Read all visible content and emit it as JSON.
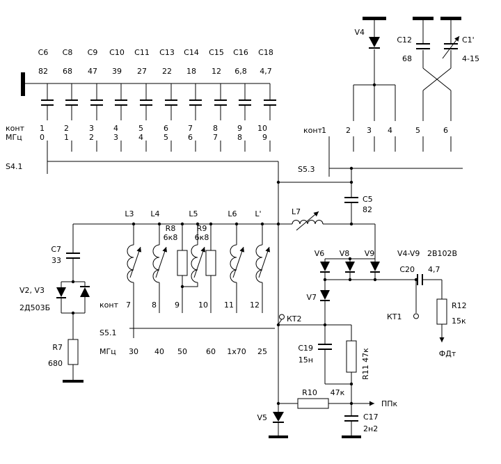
{
  "cap_bank": {
    "switch_label": "S4.1",
    "kont_label": "конт",
    "mhz_label": "МГц",
    "items": [
      {
        "label": "C6",
        "value": "82",
        "kont": "1",
        "mhz": "0"
      },
      {
        "label": "C8",
        "value": "68",
        "kont": "2",
        "mhz": "1"
      },
      {
        "label": "C9",
        "value": "47",
        "kont": "3",
        "mhz": "2"
      },
      {
        "label": "C10",
        "value": "39",
        "kont": "4",
        "mhz": "3"
      },
      {
        "label": "C11",
        "value": "27",
        "kont": "5",
        "mhz": "4"
      },
      {
        "label": "C13",
        "value": "22",
        "kont": "6",
        "mhz": "5"
      },
      {
        "label": "C14",
        "value": "18",
        "kont": "7",
        "mhz": "6"
      },
      {
        "label": "C15",
        "value": "12",
        "kont": "8",
        "mhz": "7"
      },
      {
        "label": "C16",
        "value": "6,8",
        "kont": "9",
        "mhz": "8"
      },
      {
        "label": "C18",
        "value": "4,7",
        "kont": "10",
        "mhz": "9"
      }
    ]
  },
  "band_switch": {
    "switch_label": "S5.3",
    "kont_label": "конт",
    "contacts": [
      "1",
      "2",
      "3",
      "4",
      "5",
      "6"
    ],
    "v4_label": "V4",
    "c12_label": "C12",
    "c12_value": "68",
    "c1_label": "C1'",
    "c1_value": "4-15"
  },
  "tank": {
    "l3": "L3",
    "l4": "L4",
    "l5": "L5",
    "l6": "L6",
    "lp": "L'",
    "l7": "L7",
    "r8_label": "R8",
    "r8_value": "6к8",
    "r9_label": "R9",
    "r9_value": "6к8",
    "c5_label": "C5",
    "c5_value": "82",
    "c7_label": "C7",
    "c7_value": "33",
    "v23_label": "V2, V3",
    "v23_type": "2Д503Б",
    "r7_label": "R7",
    "r7_value": "680",
    "switch_label": "S5.1",
    "kont_label": "конт",
    "mhz_label": "МГц",
    "contacts": [
      "7",
      "8",
      "9",
      "10",
      "11",
      "12"
    ],
    "mhz_values": [
      "30",
      "40",
      "50",
      "60",
      "1x70",
      "25"
    ]
  },
  "detector": {
    "v6": "V6",
    "v8": "V8",
    "v9": "V9",
    "group_label": "V4-V9",
    "group_type": "2В102В",
    "c20_label": "C20",
    "c20_value": "4,7",
    "r12_label": "R12",
    "r12_value": "15к",
    "v7": "V7",
    "kt1": "КТ1",
    "kt2": "КТ2",
    "c19_label": "C19",
    "c19_value": "15н",
    "r11_label": "R11  47к",
    "fdt": "ФДт",
    "r10_label": "R10",
    "r10_value": "47к",
    "ppk": "ППк",
    "v5": "V5",
    "c17_label": "C17",
    "c17_value": "2н2"
  }
}
